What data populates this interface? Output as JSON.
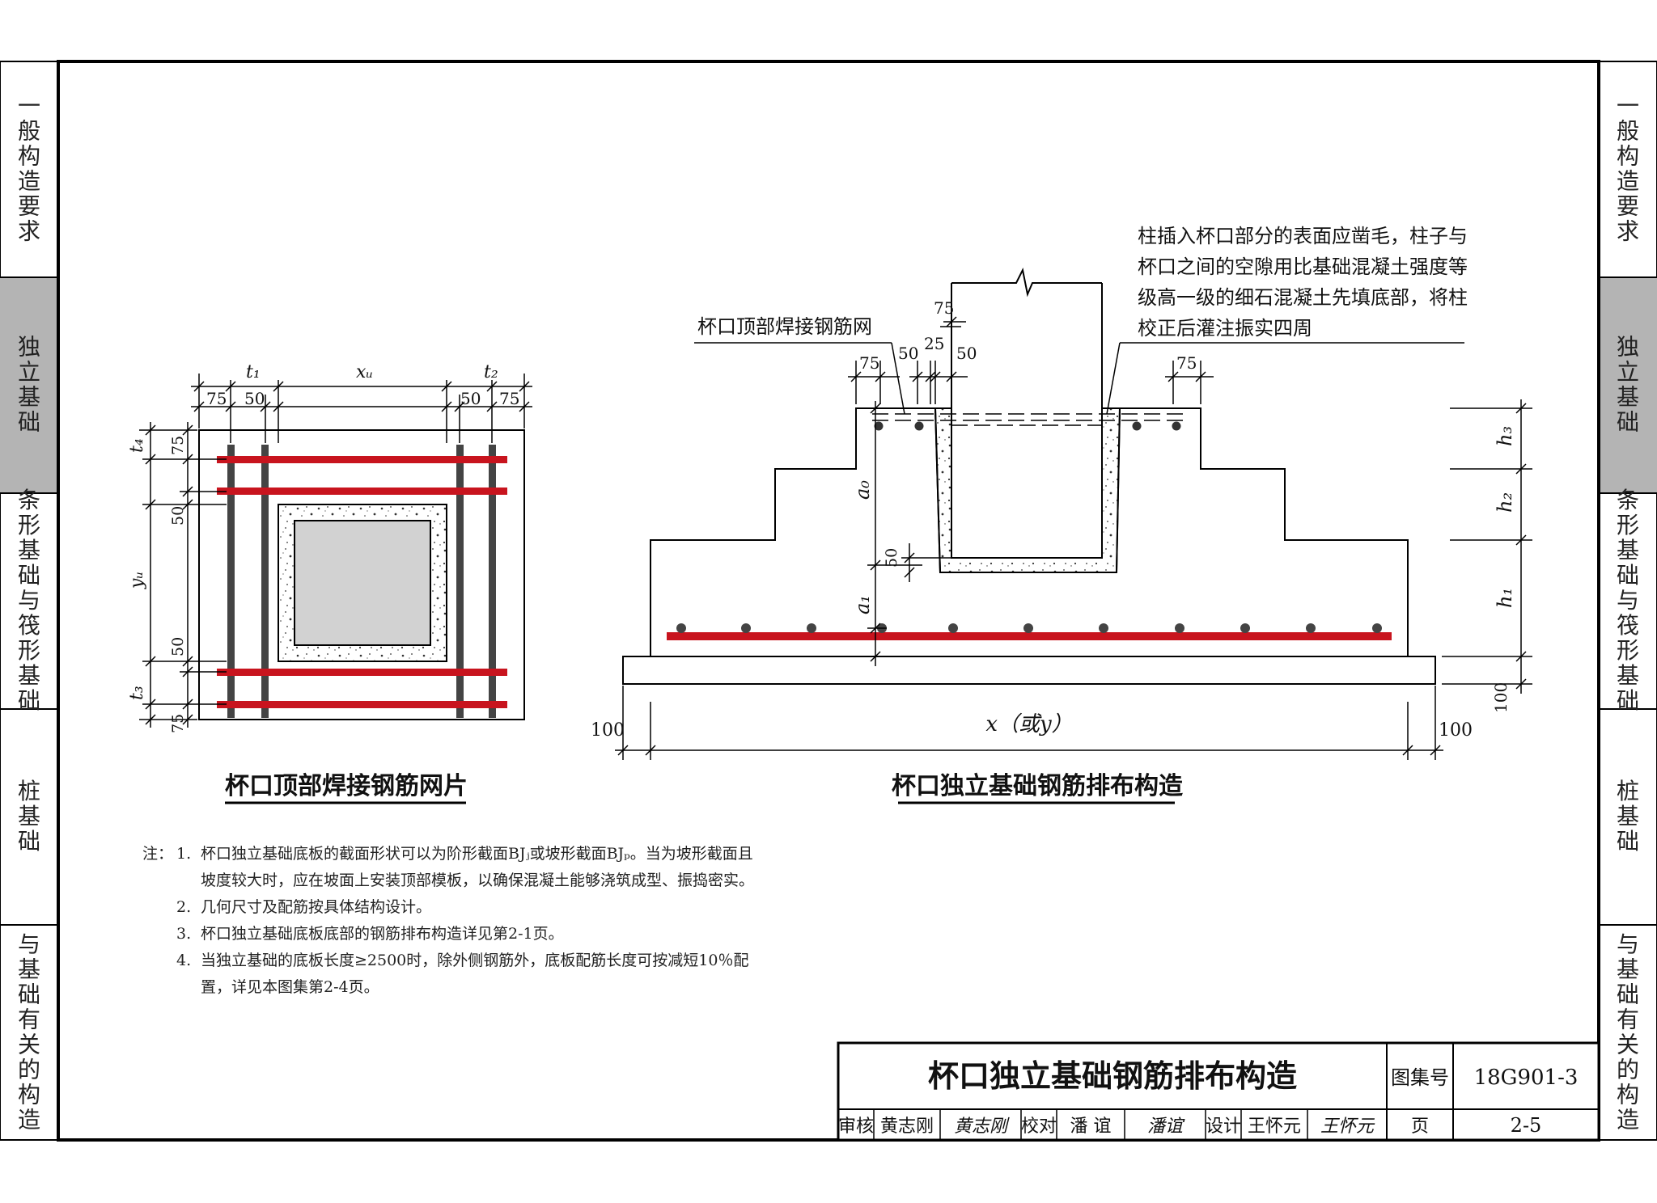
{
  "side_tabs": [
    {
      "label": "一般构造要求",
      "active": false
    },
    {
      "label": "独立基础",
      "active": true
    },
    {
      "label": "条形基础与筏形基础",
      "active": false
    },
    {
      "label": "桩基础",
      "active": false
    },
    {
      "label": "与基础有关的构造",
      "active": false
    }
  ],
  "left_figure": {
    "caption": "杯口顶部焊接钢筋网片",
    "dims_top": {
      "t1": "t₁",
      "xu": "xᵤ",
      "t2": "t₂",
      "d75a": "75",
      "d50a": "50",
      "d50b": "50",
      "d75b": "75"
    },
    "dims_left": {
      "t4": "t₄",
      "yu": "yᵤ",
      "t3": "t₃",
      "d75a": "75",
      "d50a": "50",
      "d50b": "50",
      "d75b": "75"
    }
  },
  "right_figure": {
    "caption": "杯口独立基础钢筋排布构造",
    "callout_mesh": "杯口顶部焊接钢筋网",
    "callout_note": [
      "柱插入杯口部分的表面应凿毛，柱子与",
      "杯口之间的空隙用比基础混凝土强度等",
      "级高一级的细石混凝土先填底部，将柱",
      "校正后灌注振实四周"
    ],
    "dims": {
      "top75": "75",
      "d50": "50",
      "d25": "25",
      "d50r": "50",
      "left75": "75",
      "right75": "75",
      "a0": "a₀",
      "a1": "a₁",
      "d50v": "50",
      "h3": "h₃",
      "h2": "h₂",
      "h1": "h₁",
      "d100v": "100",
      "d100l": "100",
      "d100r": "100",
      "xy": "x（或y）"
    }
  },
  "notes": {
    "prefix": "注：",
    "items": [
      {
        "num": "1.",
        "lines": [
          "杯口独立基础底板的截面形状可以为阶形截面BJⱼ或坡形截面BJₚ。当为坡形截面且",
          "坡度较大时，应在坡面上安装顶部模板，以确保混凝土能够浇筑成型、振捣密实。"
        ]
      },
      {
        "num": "2.",
        "lines": [
          "几何尺寸及配筋按具体结构设计。"
        ]
      },
      {
        "num": "3.",
        "lines": [
          "杯口独立基础底板底部的钢筋排布构造详见第2-1页。"
        ]
      },
      {
        "num": "4.",
        "lines": [
          "当独立基础的底板长度≥2500时，除外侧钢筋外，底板配筋长度可按减短10％配",
          "置，详见本图集第2-4页。"
        ]
      }
    ]
  },
  "title_block": {
    "title": "杯口独立基础钢筋排布构造",
    "atlas_label": "图集号",
    "atlas_no": "18G901-3",
    "review_label": "审核",
    "reviewer": "黄志刚",
    "reviewer_sig": "黄志刚",
    "check_label": "校对",
    "checker": "潘 谊",
    "checker_sig": "潘谊",
    "design_label": "设计",
    "designer": "王怀元",
    "designer_sig": "王怀元",
    "page_label": "页",
    "page_no": "2-5"
  },
  "colors": {
    "rebar": "#c8141e",
    "bar_dark": "#444444",
    "column_fill": "#d2d2d2",
    "tab_active": "#b4b4b4"
  }
}
